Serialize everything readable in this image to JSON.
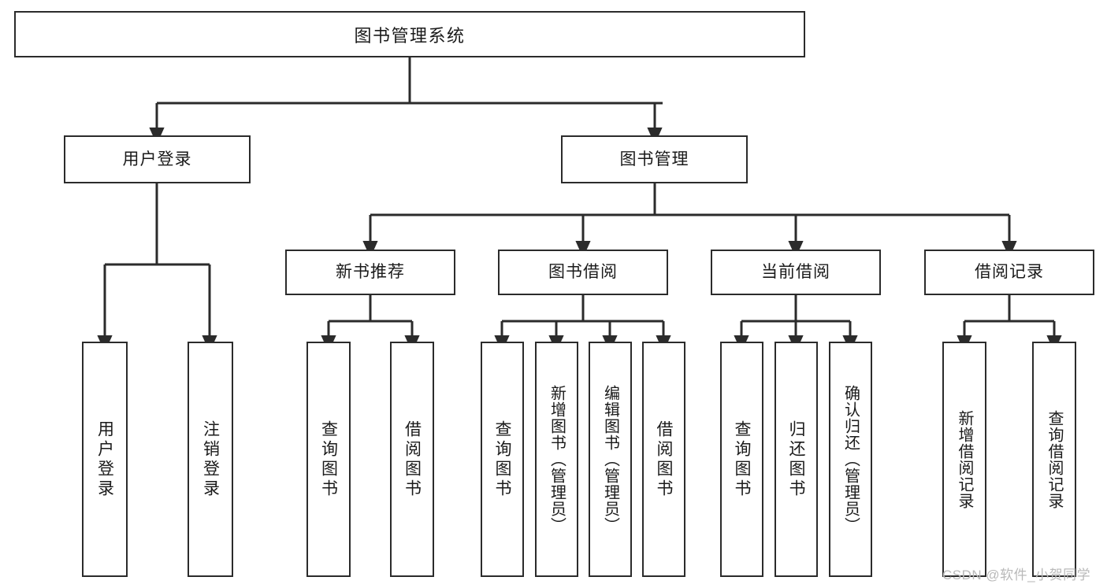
{
  "diagram": {
    "title": "图书管理系统",
    "type": "tree-hierarchy-chart",
    "colors": {
      "box_border": "#2b2b2b",
      "box_fill": "#ffffff",
      "edge": "#2b2b2b",
      "background": "#ffffff",
      "watermark": "#b9b9b9"
    },
    "root": {
      "label": "图书管理系统"
    },
    "level2": [
      {
        "label": "用户登录"
      },
      {
        "label": "图书管理"
      }
    ],
    "level3": [
      {
        "label": "新书推荐"
      },
      {
        "label": "图书借阅"
      },
      {
        "label": "当前借阅"
      },
      {
        "label": "借阅记录"
      }
    ],
    "leaves": {
      "user_login": [
        {
          "label": "用户登录"
        },
        {
          "label": "注销登录"
        }
      ],
      "new_book_recommend": [
        {
          "label": "查询图书"
        },
        {
          "label": "借阅图书"
        }
      ],
      "book_borrow": [
        {
          "label": "查询图书"
        },
        {
          "label": "新增图书（管理员）"
        },
        {
          "label": "编辑图书（管理员）"
        },
        {
          "label": "借阅图书"
        }
      ],
      "current_borrow": [
        {
          "label": "查询图书"
        },
        {
          "label": "归还图书"
        },
        {
          "label": "确认归还（管理员）"
        }
      ],
      "borrow_records": [
        {
          "label": "新增借阅记录"
        },
        {
          "label": "查询借阅记录"
        }
      ]
    }
  },
  "watermark": {
    "text": "CSDN @软件_小贺同学"
  }
}
